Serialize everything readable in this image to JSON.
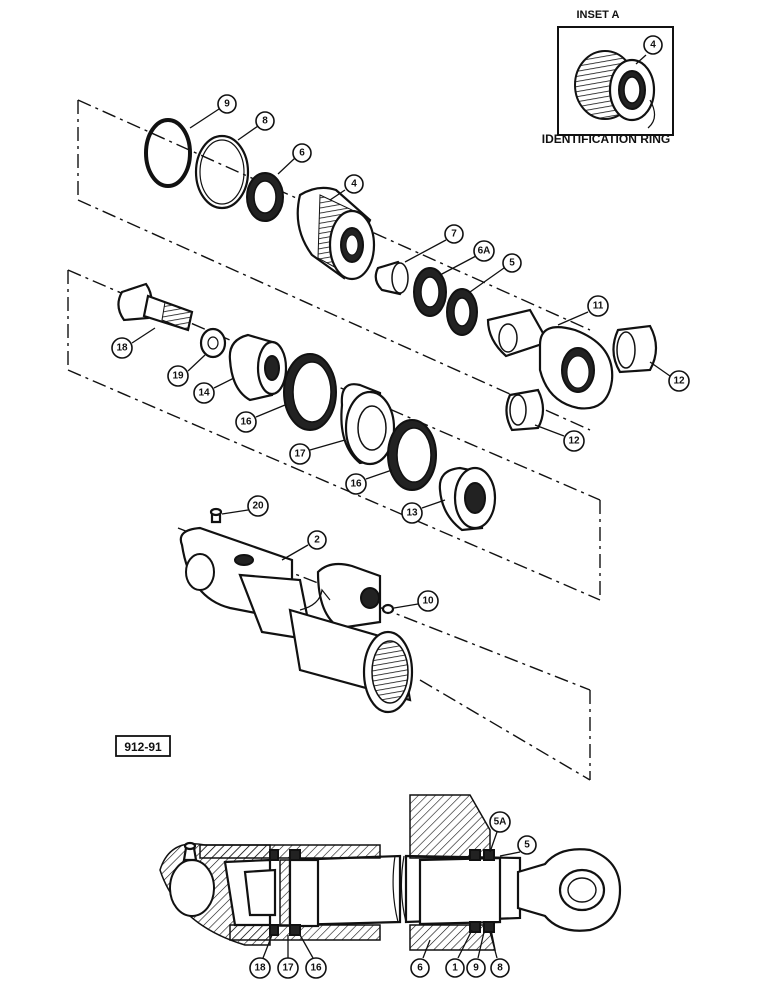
{
  "inset": {
    "title": "INSET A",
    "caption": "IDENTIFICATION RING",
    "callout": "4"
  },
  "drawing_number": "912-91",
  "callouts": {
    "c9": "9",
    "c8": "8",
    "c6": "6",
    "c4": "4",
    "c7": "7",
    "c6a": "6A",
    "c5": "5",
    "c11": "11",
    "c12a": "12",
    "c12b": "12",
    "c18": "18",
    "c19": "19",
    "c14": "14",
    "c16a": "16",
    "c17": "17",
    "c16b": "16",
    "c13": "13",
    "c20": "20",
    "c2": "2",
    "c10": "10"
  },
  "section_callouts": {
    "s5a": "5A",
    "s5": "5",
    "s18": "18",
    "s17": "17",
    "s16": "16",
    "s6": "6",
    "s1": "1",
    "s9": "9",
    "s8": "8"
  }
}
